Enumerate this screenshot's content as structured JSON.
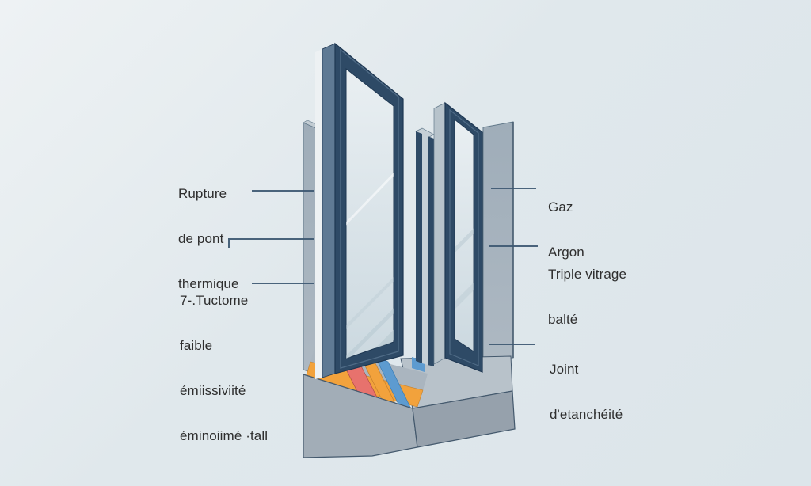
{
  "diagram": {
    "description": "Coupe isométrique d'une fenêtre triple vitrage avec mur et appui",
    "labels": {
      "thermal_break": {
        "lines": [
          "Rupture",
          "de pont",
          "thermique"
        ]
      },
      "low_emissivity": {
        "lines": [
          "7-.Tuctome",
          "faible",
          "émiissiviité",
          "éminoiimé ·tall"
        ]
      },
      "argon_gas": {
        "lines": [
          "Gaz",
          "Argon"
        ]
      },
      "triple_glazing": {
        "lines": [
          "Triple vitrage",
          "balté"
        ]
      },
      "seal": {
        "lines": [
          "Joint",
          "d'etanchéité"
        ]
      }
    }
  },
  "colors": {
    "text": "#2e2e2e",
    "leader": "#3d5872",
    "frame": "#2e4a66",
    "frame-side": "#5f7a94",
    "frame-edge": "#1f3853",
    "frame-step": "#4f6b86",
    "glass": "#dfe8ed",
    "glass-low": "#cfdbe2",
    "glass-streak": "#b7c8d1",
    "wall": "#a6b2bd",
    "wall-top": "#c2ccd3",
    "wall-edge": "#62798a",
    "sill-top": "#b8c2ca",
    "sill-side": "#a2adb7",
    "sill-front": "#96a1ac",
    "sill-inner": "#aab5bf",
    "sill-edge": "#44596d",
    "layer-orange": "#f2a23c",
    "layer-red": "#e7726d",
    "layer-blue": "#5d9bd0",
    "seal-tan": "#d2bd92",
    "pane-light": "#c6d0d7",
    "side-strip": "#b7c3cb",
    "white-strip": "#edf1f3"
  }
}
